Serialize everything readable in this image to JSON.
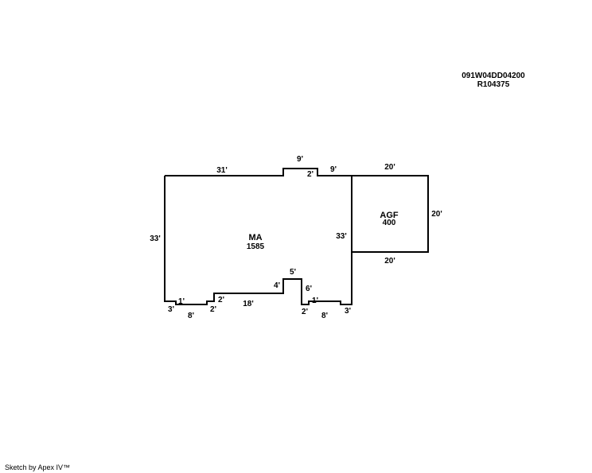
{
  "parcel": {
    "id": "091W04DD04200",
    "account": "R104375"
  },
  "areas": {
    "ma": {
      "code": "MA",
      "sqft": "1585"
    },
    "agf": {
      "code": "AGF",
      "sqft": "400"
    }
  },
  "dimensions": {
    "ma_top_left": "31'",
    "ma_bump_top": "9'",
    "ma_bump_side": "2'",
    "ma_top_right": "9'",
    "ma_left": "33'",
    "ma_right": "33'",
    "ma_notch_top": "5'",
    "ma_notch_left": "4'",
    "ma_notch_right": "6'",
    "ma_bottom_mid": "18'",
    "ma_step_l2": "2'",
    "ma_step_l1": "1'",
    "ma_corner_l3": "3'",
    "ma_bottom_l8": "8'",
    "ma_step_l2b": "2'",
    "ma_step_r1": "1'",
    "ma_step_r2": "2'",
    "ma_bottom_r8": "8'",
    "ma_corner_r3": "3'",
    "agf_top": "20'",
    "agf_right": "20'",
    "agf_bottom": "20'"
  },
  "footer": {
    "text": "Sketch by Apex IV™"
  }
}
